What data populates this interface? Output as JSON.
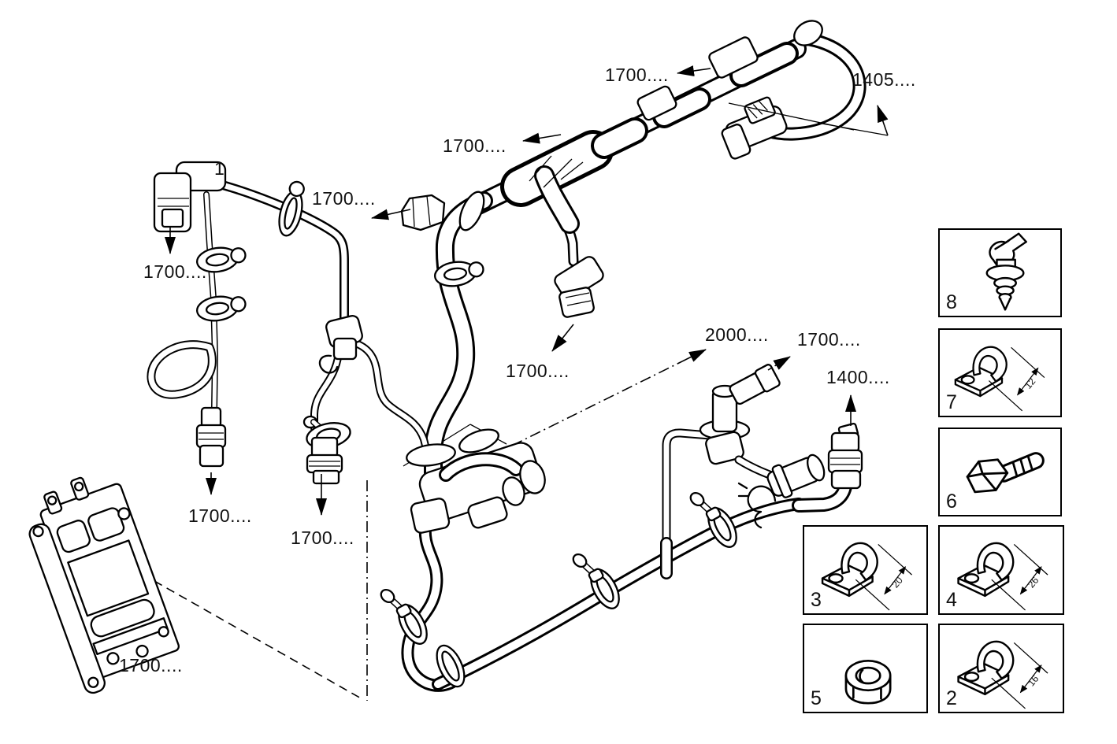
{
  "colors": {
    "background": "#ffffff",
    "line": "#000000"
  },
  "callouts": [
    {
      "text": "1700...."
    },
    {
      "text": "1405...."
    },
    {
      "text": "1700...."
    },
    {
      "text": "1"
    },
    {
      "text": "1700...."
    },
    {
      "text": "1700...."
    },
    {
      "text": "1700...."
    },
    {
      "text": "2000...."
    },
    {
      "text": "1700...."
    },
    {
      "text": "1400...."
    },
    {
      "text": "1700...."
    },
    {
      "text": "1700...."
    },
    {
      "text": "1700...."
    }
  ],
  "part_boxes": [
    {
      "num": "8",
      "icon": "push-pin-clip-icon"
    },
    {
      "num": "7",
      "icon": "cable-clamp-icon",
      "dim": "12"
    },
    {
      "num": "6",
      "icon": "hex-bolt-icon"
    },
    {
      "num": "3",
      "icon": "cable-clamp-icon",
      "dim": "20"
    },
    {
      "num": "4",
      "icon": "cable-clamp-icon",
      "dim": "26"
    },
    {
      "num": "5",
      "icon": "flanged-nut-icon"
    },
    {
      "num": "2",
      "icon": "cable-clamp-icon",
      "dim": "16"
    }
  ]
}
